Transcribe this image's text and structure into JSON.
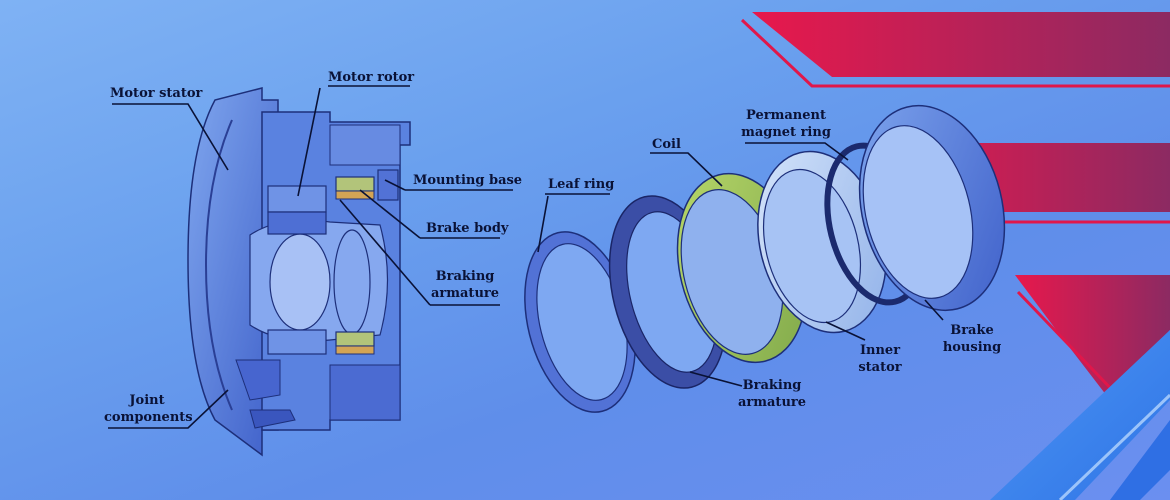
{
  "colors": {
    "accent_red": "#e0174a",
    "accent_blue": "#3c86f0",
    "part_blue": "#4f74d8",
    "coil_green": "#a6c95a",
    "label_text": "#0a1236"
  },
  "labels": {
    "motor_stator": "Motor stator",
    "motor_rotor": "Motor rotor",
    "mounting_base": "Mounting base",
    "brake_body": "Brake body",
    "braking_armature_1_line1": "Braking",
    "braking_armature_1_line2": "armature",
    "joint_components_line1": "Joint",
    "joint_components_line2": "components",
    "leaf_ring": "Leaf ring",
    "coil": "Coil",
    "permanent_magnet_line1": "Permanent",
    "permanent_magnet_line2": "magnet ring",
    "braking_armature_2_line1": "Braking",
    "braking_armature_2_line2": "armature",
    "inner_stator_line1": "Inner",
    "inner_stator_line2": "stator",
    "brake_housing_line1": "Brake",
    "brake_housing_line2": "housing"
  }
}
